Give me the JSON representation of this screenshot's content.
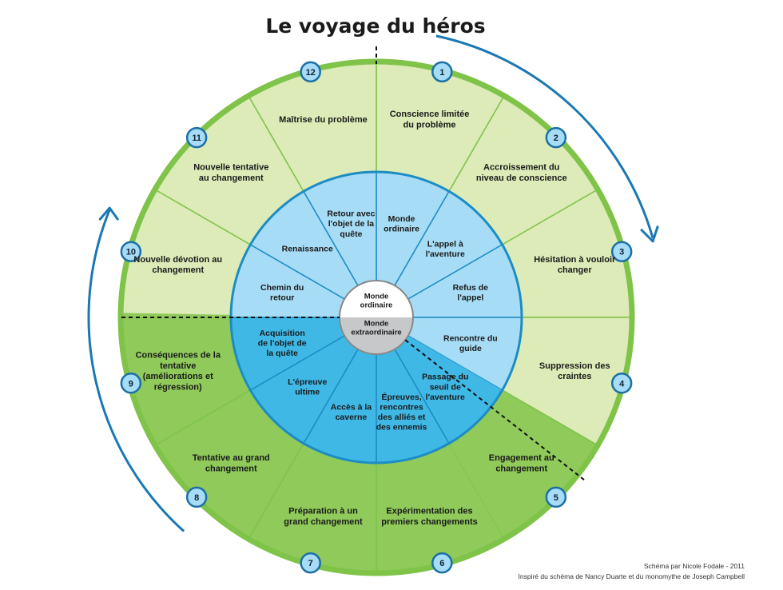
{
  "title": "Le voyage du héros",
  "center": {
    "top": "Monde ordinaire",
    "bottom": "Monde extraordinaire"
  },
  "outer_steps": [
    {
      "num": "1",
      "text": "Conscience limitée du problème"
    },
    {
      "num": "2",
      "text": "Accroissement du niveau de conscience"
    },
    {
      "num": "3",
      "text": "Hésitation à vouloir changer"
    },
    {
      "num": "4",
      "text": "Suppression des craintes"
    },
    {
      "num": "5",
      "text": "Engagement au changement"
    },
    {
      "num": "6",
      "text": "Expérimentation des premiers changements"
    },
    {
      "num": "7",
      "text": "Préparation à un grand changement"
    },
    {
      "num": "8",
      "text": "Tentative au grand changement"
    },
    {
      "num": "9",
      "text": "Conséquences de la tentative (améliorations et régression)"
    },
    {
      "num": "10",
      "text": "Nouvelle dévotion au changement"
    },
    {
      "num": "11",
      "text": "Nouvelle tentative au changement"
    },
    {
      "num": "12",
      "text": "Maîtrise du problème"
    }
  ],
  "inner_stages": [
    "Monde ordinaire",
    "L'appel à l'aventure",
    "Refus de l'appel",
    "Rencontre du guide",
    "Passage du seuil de l'aventure",
    "Épreuves, rencontres des alliés et des ennemis",
    "Accès à la caverne",
    "L'épreuve ultime",
    "Acquisition de l'objet de la quête",
    "Chemin du retour",
    "Renaissance",
    "Retour avec l'objet de la quête"
  ],
  "credits": {
    "line1": "Schéma par Nicole Fodale - 2011",
    "line2": "Inspiré du schéma de Nancy Duarte et du monomythe de Joseph Campbell"
  },
  "colors": {
    "outer_light": "#dcebb8",
    "outer_dark": "#8fca5a",
    "outer_rim": "#7fc349",
    "inner_light": "#a6dcf5",
    "inner_dark": "#3fb8e6",
    "inner_border": "#1c8cc4",
    "center_light": "#ffffff",
    "center_dark": "#c6c8ca",
    "badge_fill": "#a6dcf5",
    "badge_stroke": "#1c6fa5",
    "arrow": "#1a78b5"
  }
}
